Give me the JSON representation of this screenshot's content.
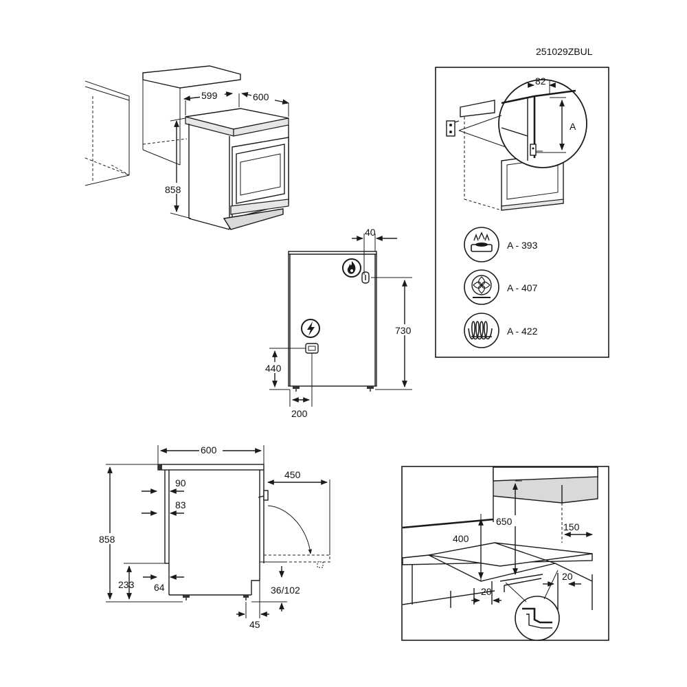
{
  "document": {
    "code": "251029ZBUL"
  },
  "dimensions": {
    "top_left": {
      "width": "599",
      "depth": "600",
      "height": "858"
    },
    "connections": {
      "offset_top": "40",
      "height_gas": "730",
      "height_elec": "440",
      "offset_side": "200"
    },
    "side_view": {
      "width": "600",
      "door_open": "450",
      "height": "858",
      "d90": "90",
      "d83": "83",
      "d233": "233",
      "d64": "64",
      "d36_102": "36/102",
      "d45": "45"
    },
    "installation": {
      "d82": "82",
      "a_label": "A",
      "d400": "400",
      "d650": "650",
      "d150": "150",
      "d20_left": "20",
      "d20_right": "20"
    }
  },
  "anti_tilt": [
    {
      "icon": "gas-burner-icon",
      "label": "A - 393"
    },
    {
      "icon": "fan-oven-icon",
      "label": "A - 407"
    },
    {
      "icon": "heating-coil-icon",
      "label": "A - 422"
    }
  ]
}
